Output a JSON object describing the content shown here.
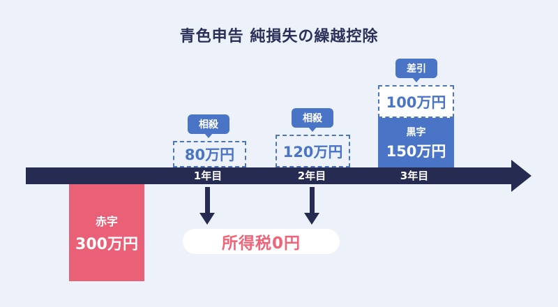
{
  "title": "青色申告 純損失の繰越控除",
  "colors": {
    "background": "#edf1f9",
    "navy": "#262b52",
    "blue": "#4a74c6",
    "red": "#ea6076",
    "pill_text": "#ef6478",
    "white": "#ffffff"
  },
  "timeline": {
    "years": [
      {
        "label": "1年目"
      },
      {
        "label": "2年目"
      },
      {
        "label": "3年目"
      }
    ]
  },
  "loss_box": {
    "label": "赤字",
    "amount": "300万円"
  },
  "columns": [
    {
      "year": "1年目",
      "badge": "相殺",
      "amount": "80万円"
    },
    {
      "year": "2年目",
      "badge": "相殺",
      "amount": "120万円"
    },
    {
      "year": "3年目",
      "badge": "差引",
      "amount": "100万円",
      "profit_label": "黒字",
      "profit_amount": "150万円"
    }
  ],
  "result_pill": {
    "text": "所得税0円"
  }
}
